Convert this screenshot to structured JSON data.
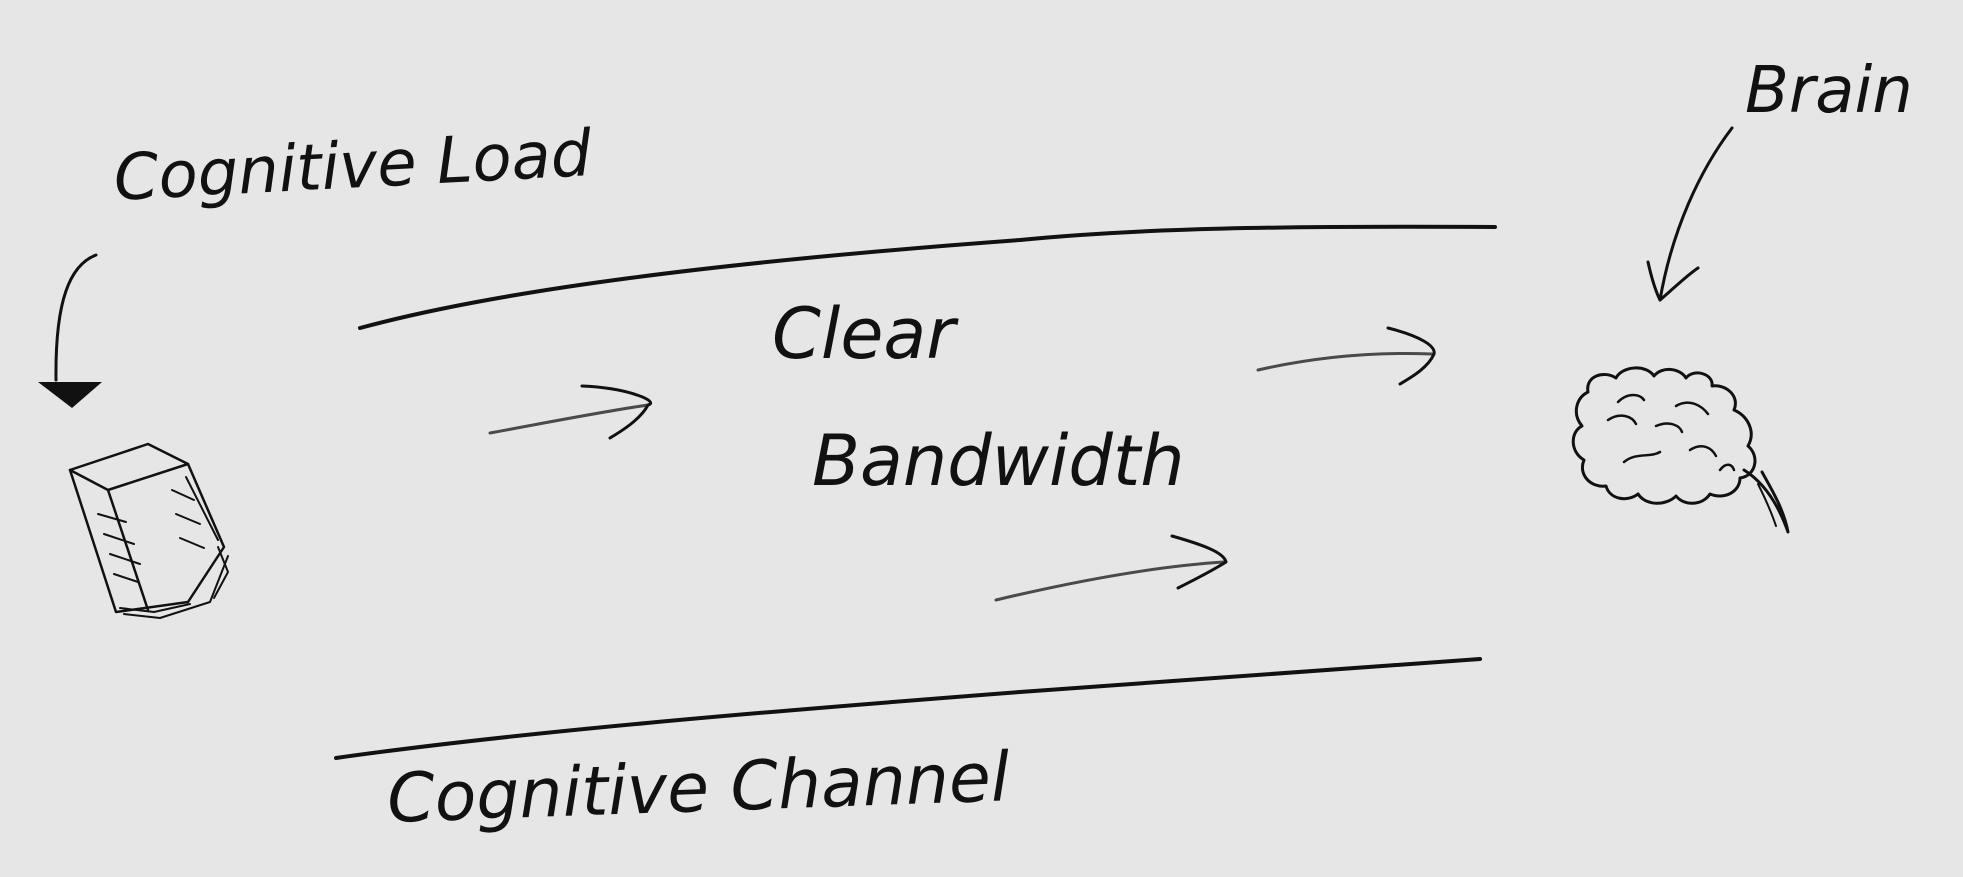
{
  "labels": {
    "cognitive_load": "Cognitive Load",
    "brain": "Brain",
    "clear": "Clear",
    "bandwidth": "Bandwidth",
    "cognitive_channel": "Cognitive Channel"
  },
  "icons": {
    "book": "book-icon",
    "brain": "brain-icon"
  },
  "colors": {
    "background": "#e6e6e6",
    "ink": "#111111"
  }
}
